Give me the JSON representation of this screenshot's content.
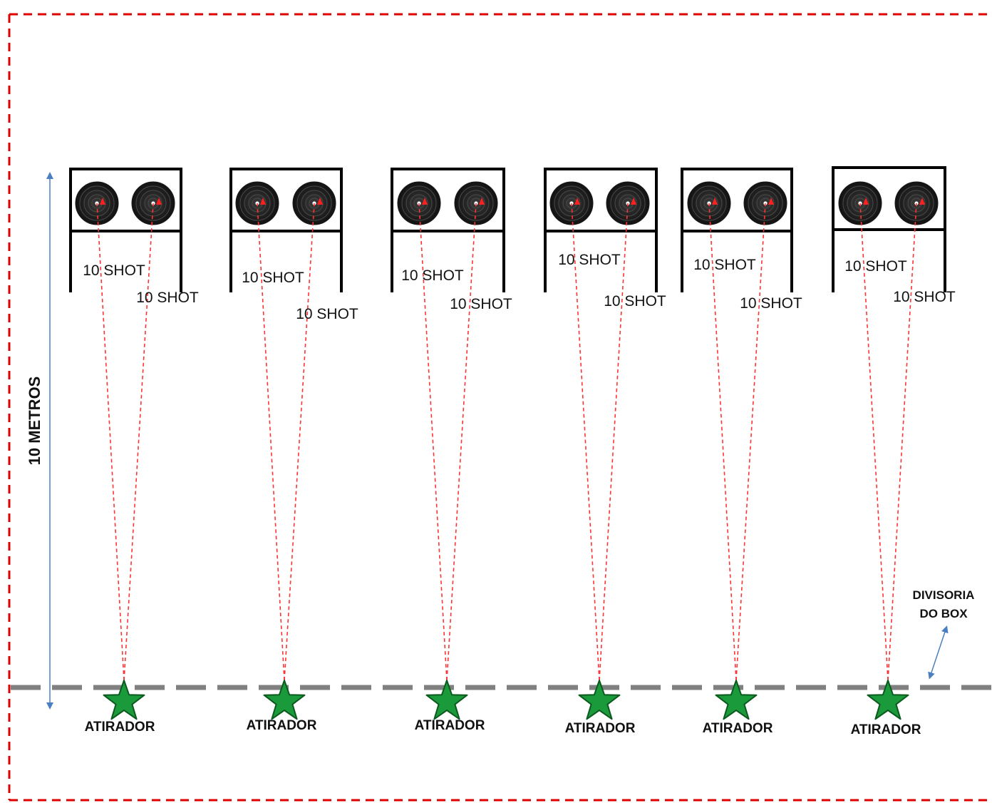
{
  "distance_label": "10 METROS",
  "divider_label_line1": "DIVISORIA",
  "divider_label_line2": "DO BOX",
  "lanes": [
    {
      "shot_left": "10 SHOT",
      "shot_right": "10 SHOT",
      "shooter": "ATIRADOR"
    },
    {
      "shot_left": "10 SHOT",
      "shot_right": "10 SHOT",
      "shooter": "ATIRADOR"
    },
    {
      "shot_left": "10 SHOT",
      "shot_right": "10 SHOT",
      "shooter": "ATIRADOR"
    },
    {
      "shot_left": "10 SHOT",
      "shot_right": "10 SHOT",
      "shooter": "ATIRADOR"
    },
    {
      "shot_left": "10 SHOT",
      "shot_right": "10 SHOT",
      "shooter": "ATIRADOR"
    },
    {
      "shot_left": "10 SHOT",
      "shot_right": "10 SHOT",
      "shooter": "ATIRADOR"
    }
  ],
  "colors": {
    "border": "#e00000",
    "trajectory": "#ff3333",
    "firing_line": "#808080",
    "star_fill": "#1a9a3a",
    "star_stroke": "#0b5a1e",
    "arrow": "#4a7fc1",
    "target": "#1a1a1a"
  }
}
